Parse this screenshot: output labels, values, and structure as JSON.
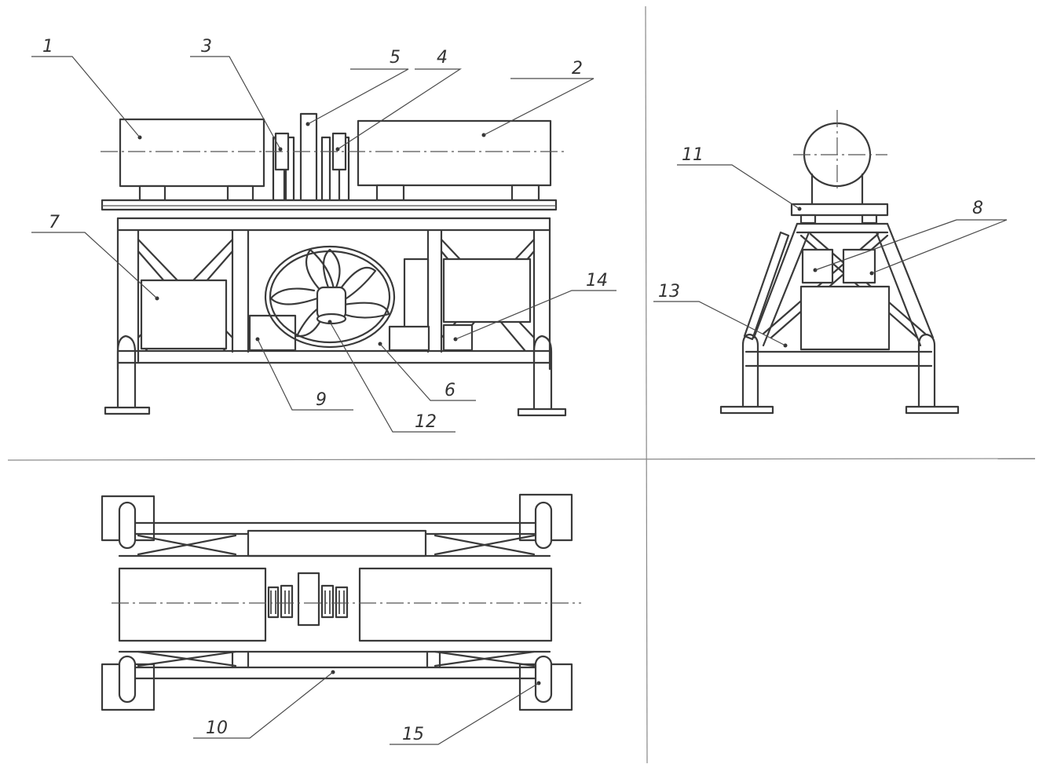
{
  "diagram": {
    "views": [
      "front-view",
      "side-view",
      "top-view"
    ],
    "callouts": [
      {
        "id": "c1",
        "text": "1"
      },
      {
        "id": "c2",
        "text": "2"
      },
      {
        "id": "c3",
        "text": "3"
      },
      {
        "id": "c4",
        "text": "4"
      },
      {
        "id": "c5",
        "text": "5"
      },
      {
        "id": "c6",
        "text": "6"
      },
      {
        "id": "c7",
        "text": "7"
      },
      {
        "id": "c8",
        "text": "8"
      },
      {
        "id": "c9",
        "text": "9"
      },
      {
        "id": "c10",
        "text": "10"
      },
      {
        "id": "c11",
        "text": "11"
      },
      {
        "id": "c12",
        "text": "12"
      },
      {
        "id": "c13",
        "text": "13"
      },
      {
        "id": "c14",
        "text": "14"
      },
      {
        "id": "c15",
        "text": "15"
      }
    ],
    "colors": {
      "ink": "#3a3a3a",
      "paper": "#ffffff"
    }
  }
}
